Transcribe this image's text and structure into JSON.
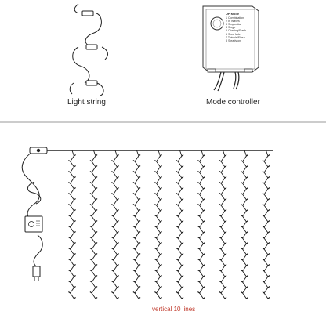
{
  "captions": {
    "light_string": "Light string",
    "mode_controller": "Mode controller",
    "vertical_lines": "vertical 10 lines"
  },
  "controller": {
    "brand": "UP Mode",
    "modes": [
      "1 Combination",
      "2 In Waves",
      "3 Sequential",
      "4 Slogo",
      "5 Chasing/Flash",
      "6 Slow fade",
      "7 Twinkle/Flash",
      "8 Steady on"
    ]
  },
  "curtain": {
    "line_count": 10,
    "colors": {
      "line": "#1a1a1a",
      "caption": "#c0392b",
      "divider": "#999999"
    }
  }
}
